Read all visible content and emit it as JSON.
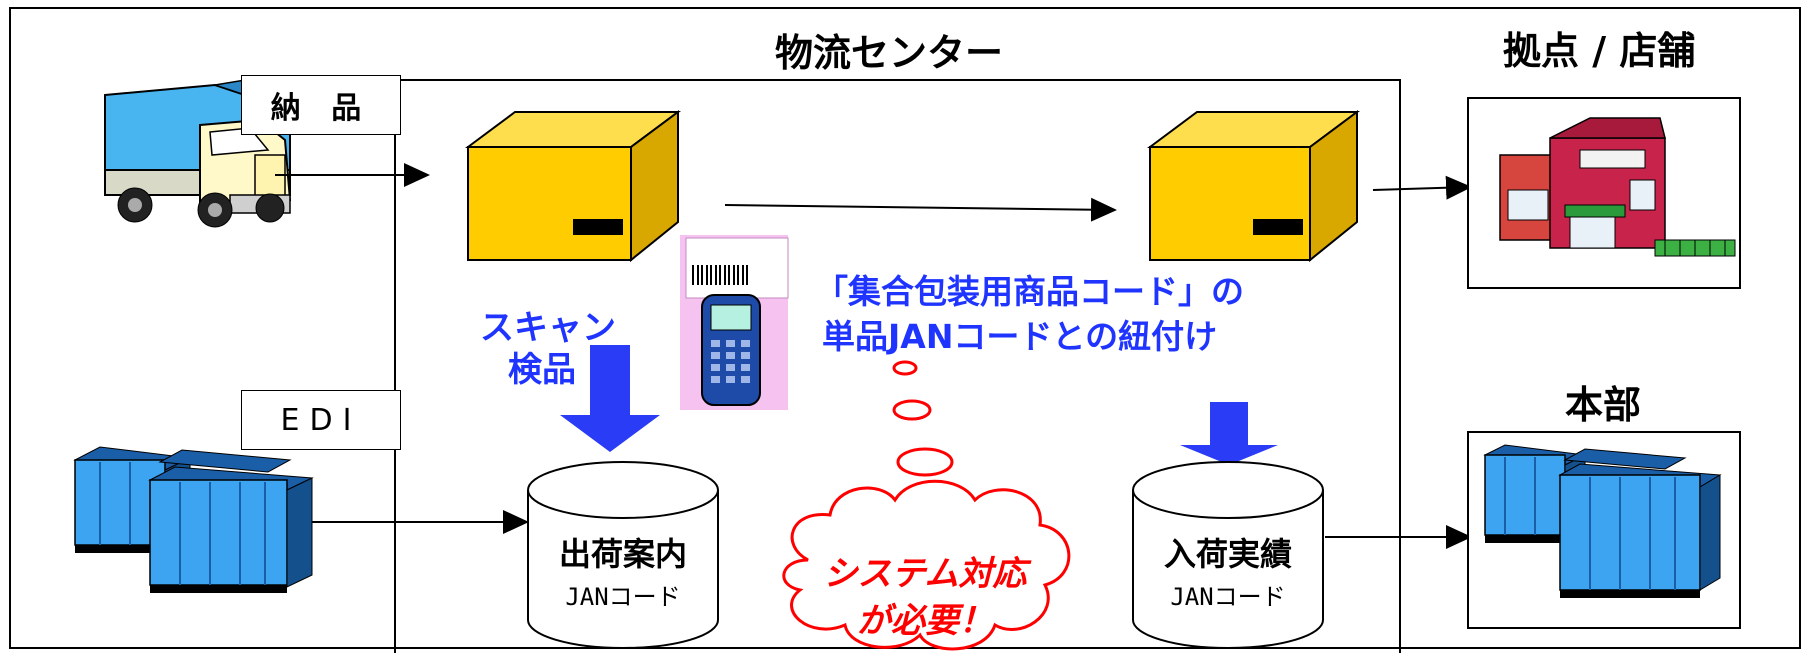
{
  "header": {
    "center_title": "物流センター",
    "store_title": "拠点 / 店舗",
    "hq_title": "本部"
  },
  "labels": {
    "delivery": "納 品",
    "edi": "EDI",
    "scan": "スキャン",
    "inspect": "検品",
    "link_line1": "「集合包装用商品コード」の",
    "link_line2": "単品JANコードとの紐付け",
    "system_line1": "システム対応",
    "system_line2": "が必要！"
  },
  "databases": [
    {
      "title": "出荷案内",
      "subtitle": "JANコード"
    },
    {
      "title": "入荷実績",
      "subtitle": "JANコード"
    }
  ],
  "colors": {
    "box": "#ffcc00",
    "arrow_blue": "#2a3cf5",
    "text_blue": "#1f35ff",
    "cloud_red": "#ff0000",
    "server_blue": "#3da4f2"
  }
}
